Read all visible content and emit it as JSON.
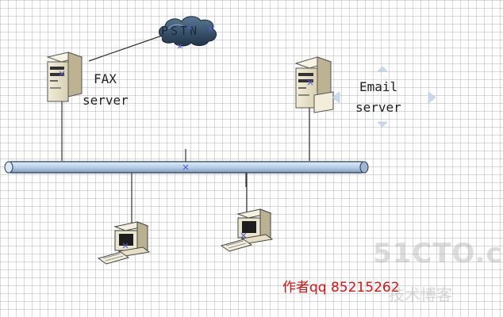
{
  "diagram": {
    "cloud_label": "PSTN",
    "fax_server": {
      "line1": "FAX",
      "line2": "server"
    },
    "email_server": {
      "line1": "Email",
      "line2": "server"
    },
    "author_credit": "作者qq 85215262",
    "watermark": {
      "line1": "51CTO.c",
      "line2": "技术博客"
    }
  },
  "colors": {
    "bus_fill": "#b8cfe6",
    "bus_stroke": "#2a3d55",
    "cloud": "#2f4a63",
    "author_text": "#e01010",
    "selection_arrow": "#c7d9ee"
  },
  "icons": [
    "server-icon",
    "cloud-icon",
    "workstation-icon",
    "selection-marker-icon"
  ]
}
